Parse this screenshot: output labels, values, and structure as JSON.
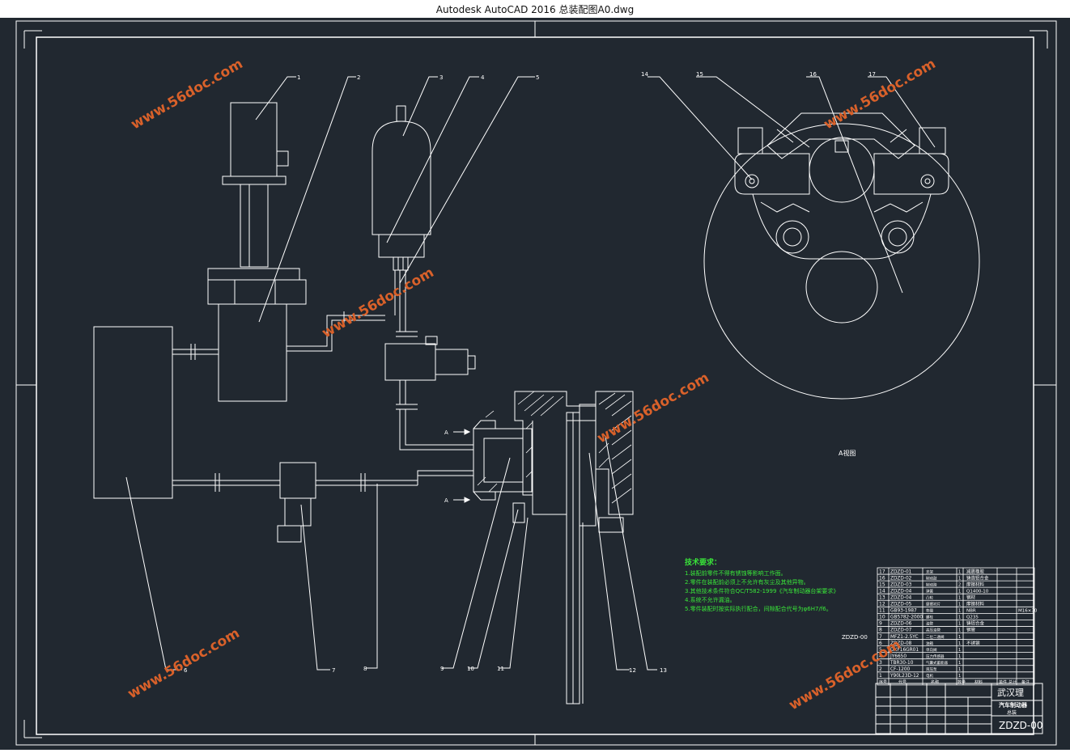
{
  "window": {
    "title": "Autodesk AutoCAD 2016      总装配图A0.dwg"
  },
  "colors": {
    "canvas": "#212830",
    "line": "#ffffff",
    "green_text": "#39e639",
    "watermark": "#d9612a"
  },
  "balloons": [
    "1",
    "2",
    "3",
    "4",
    "5",
    "6",
    "7",
    "8",
    "9",
    "10",
    "11",
    "12",
    "13",
    "14",
    "15",
    "16",
    "17"
  ],
  "section_markers": [
    "A",
    "A"
  ],
  "view_label": "A视图",
  "tech_requirements": {
    "heading": "技术要求：",
    "lines": [
      "1.装配前零件不得有锈蚀等影响工作面。",
      "2.零件在装配前必须上不允许有灰尘及其他异物。",
      "3.其他技术条件符合QC/T582-1999《汽车制动器台架要求》",
      "4.系统不允许漏油。",
      "5.零件装配时按实际执行配合，间隙配合代号为φ6H7/f6。"
    ]
  },
  "drawing_code_left": "ZDZD-00",
  "parts_list": {
    "rows": [
      {
        "no": "17",
        "code": "ZDZD-01",
        "name": "支架",
        "qty": "1",
        "material": "减震橡胶"
      },
      {
        "no": "16",
        "code": "ZDZD-02",
        "name": "制动鼓",
        "qty": "1",
        "material": "铸造铝合金"
      },
      {
        "no": "15",
        "code": "ZDZD-03",
        "name": "制动蹄",
        "qty": "2",
        "material": "摩擦材料"
      },
      {
        "no": "14",
        "code": "ZDZD-04",
        "name": "弹簧",
        "qty": "1",
        "material": "Q1400-10"
      },
      {
        "no": "13",
        "code": "ZDZD-04",
        "name": "凸轮",
        "qty": "1",
        "material": "钢材"
      },
      {
        "no": "12",
        "code": "ZDZD-05",
        "name": "摩擦衬片",
        "qty": "1",
        "material": "摩擦材料"
      },
      {
        "no": "11",
        "code": "GB93-1987",
        "name": "垫圈",
        "qty": "1",
        "material": "NBR"
      },
      {
        "no": "10",
        "code": "GB5782-2000",
        "name": "螺栓",
        "qty": "1",
        "material": "Q235"
      },
      {
        "no": "9",
        "code": "ZDZD-06",
        "name": "油管",
        "qty": "1",
        "material": "铸铝合金"
      },
      {
        "no": "8",
        "code": "ZDZD-07",
        "name": "高压油管",
        "qty": "1",
        "material": "钢管"
      },
      {
        "no": "7",
        "code": "MFZ1-2.5YC",
        "name": "二位二通阀",
        "qty": "1",
        "material": ""
      },
      {
        "no": "6",
        "code": "ZDZD-08",
        "name": "油箱",
        "qty": "1",
        "material": "不锈钢"
      },
      {
        "no": "5",
        "code": "DXF16GR01",
        "name": "单向阀",
        "qty": "1",
        "material": ""
      },
      {
        "no": "4",
        "code": "JY6650",
        "name": "压力传感器",
        "qty": "1",
        "material": ""
      },
      {
        "no": "3",
        "code": "TBR30-10",
        "name": "气囊式蓄能器",
        "qty": "1",
        "material": ""
      },
      {
        "no": "2",
        "code": "CF-1200",
        "name": "液压泵",
        "qty": "1",
        "material": ""
      },
      {
        "no": "1",
        "code": "Y90L23D-12",
        "name": "电机",
        "qty": "1",
        "material": ""
      }
    ],
    "header": [
      "序号",
      "代号",
      "名称",
      "数量",
      "材料",
      "单件",
      "总计",
      "备注"
    ],
    "note_right": "M16×30"
  },
  "title_block": {
    "school": "武汉理",
    "project": "汽车制动器",
    "subtitle": "总装",
    "drawing_code": "ZDZD-00"
  },
  "watermarks": [
    "www.56doc.com",
    "www.56doc.com",
    "www.56doc.com",
    "www.56doc.com",
    "www.56doc.com",
    "www.56doc.com"
  ]
}
